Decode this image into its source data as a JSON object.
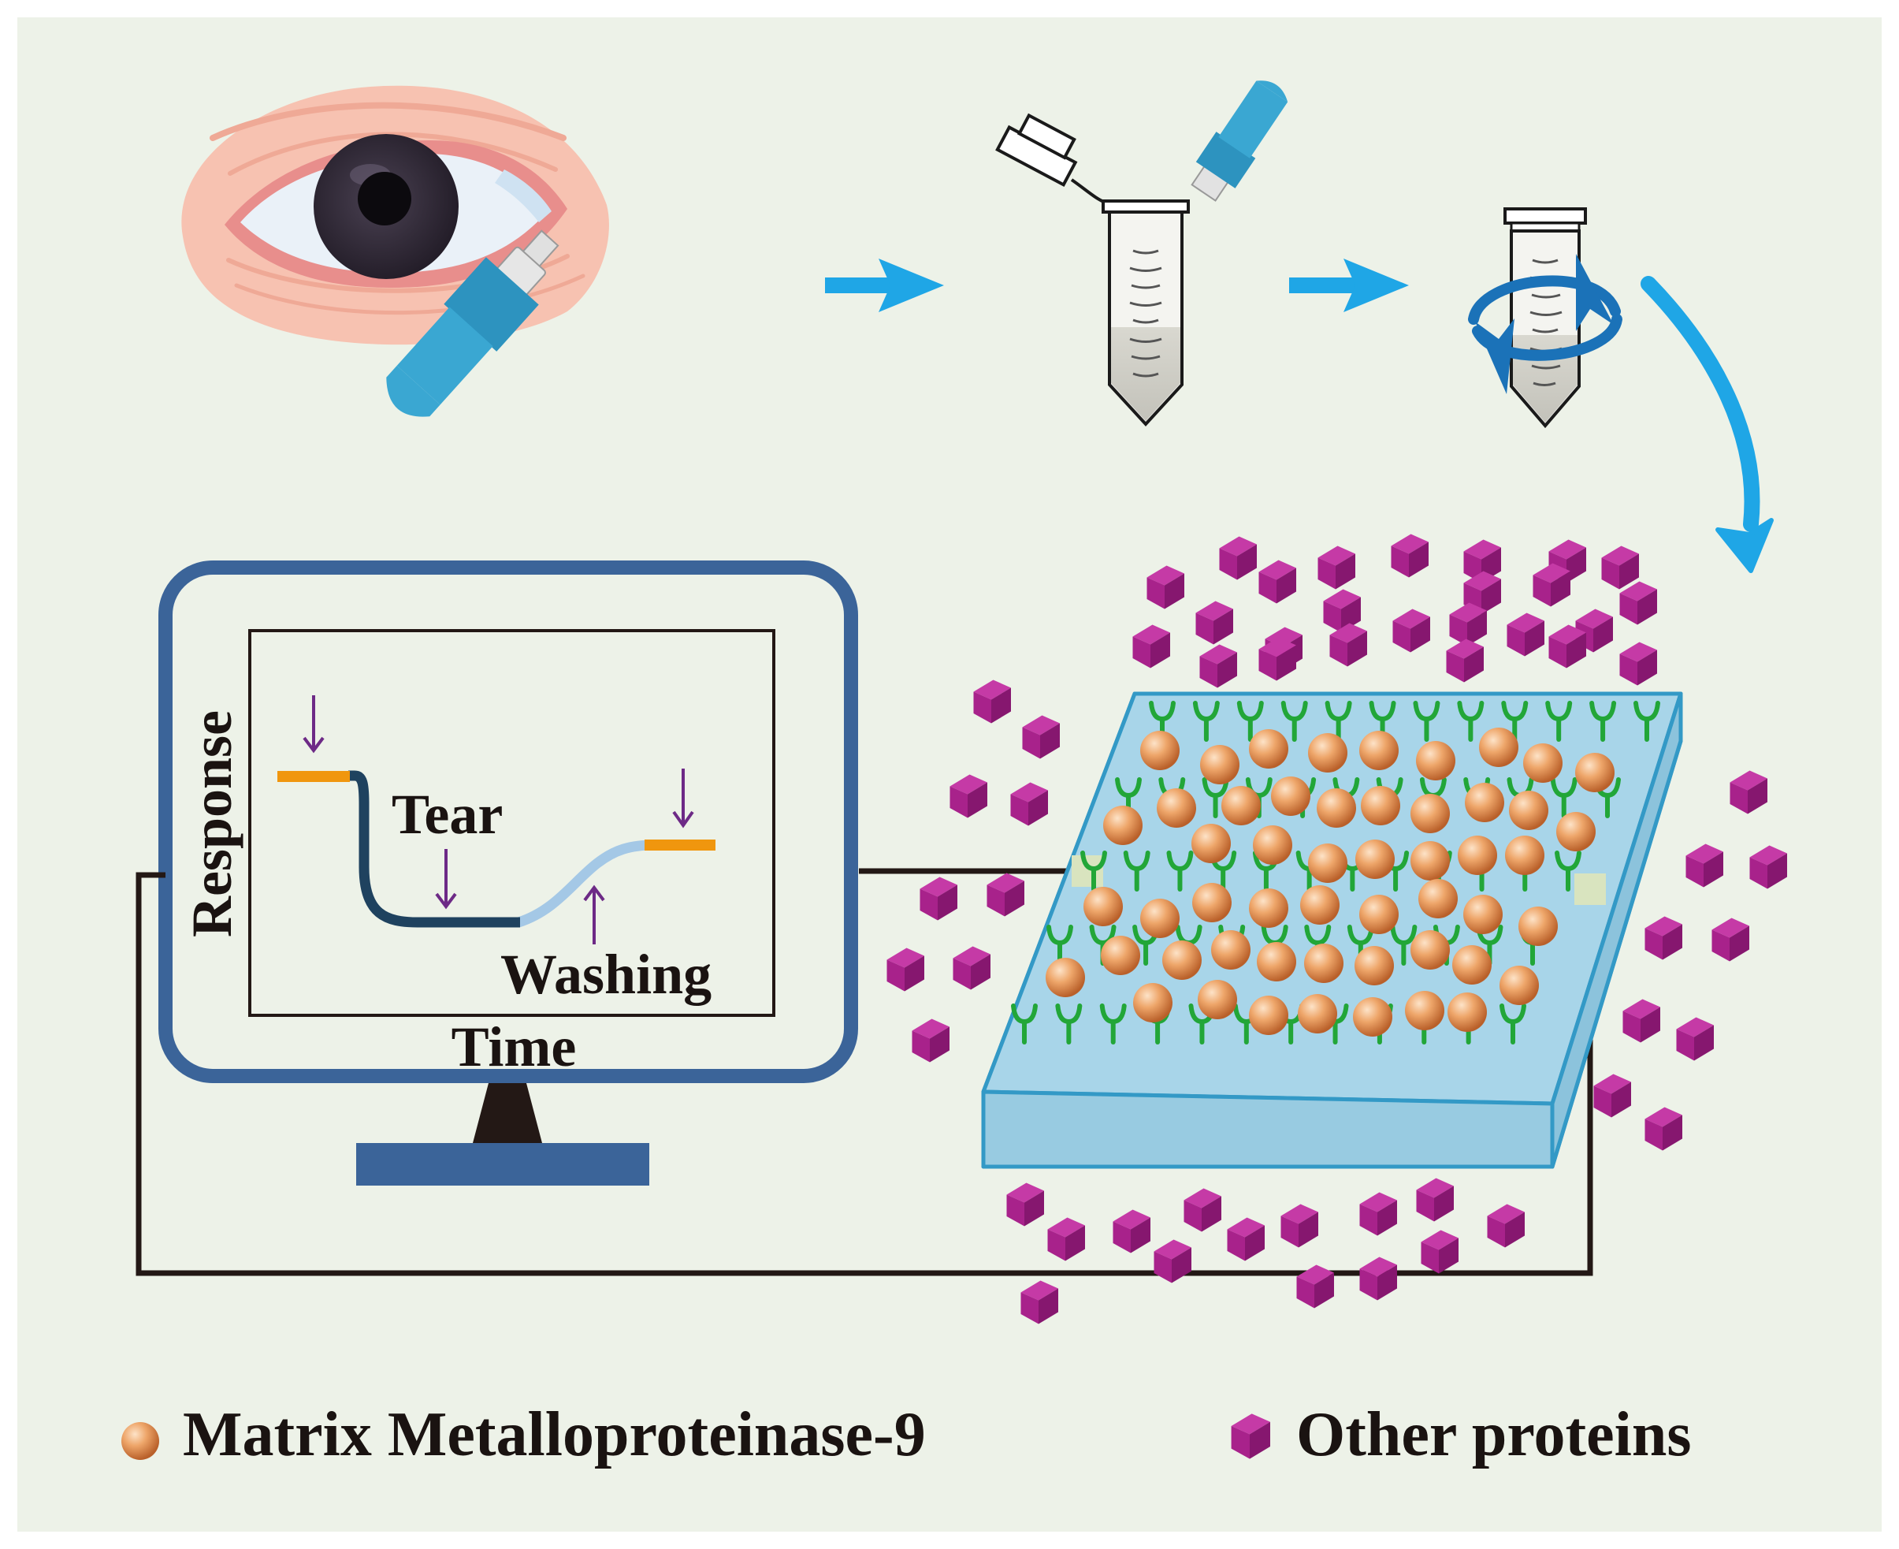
{
  "graph": {
    "y_axis_label": "Response",
    "x_axis_label": "Time",
    "tear_label": "Tear",
    "washing_label": "Washing"
  },
  "legend": {
    "mmp9_label": "Matrix Metalloproteinase-9",
    "other_label": "Other proteins"
  },
  "colors": {
    "background": "#edf2e8",
    "arrow_blue": "#1fa6e6",
    "monitor_blue": "#3b6499",
    "chip_blue": "#9ccde2",
    "antibody_green": "#22a638",
    "mmp9_orange": "#e79a5b",
    "protein_purple": "#a8228b",
    "baseline_orange": "#f0960e",
    "curve_dark": "#1f425f",
    "curve_light": "#a4c8e6",
    "marker_purple": "#6d2a86",
    "wire": "#231815"
  },
  "icons": {
    "eye": "eye-illustration",
    "swab": "collection-swab-icon",
    "tube_open": "open-centrifuge-tube-icon",
    "tube_spin": "spinning-centrifuge-tube-icon",
    "chip": "sensor-chip-illustration",
    "monitor": "monitor-icon"
  }
}
